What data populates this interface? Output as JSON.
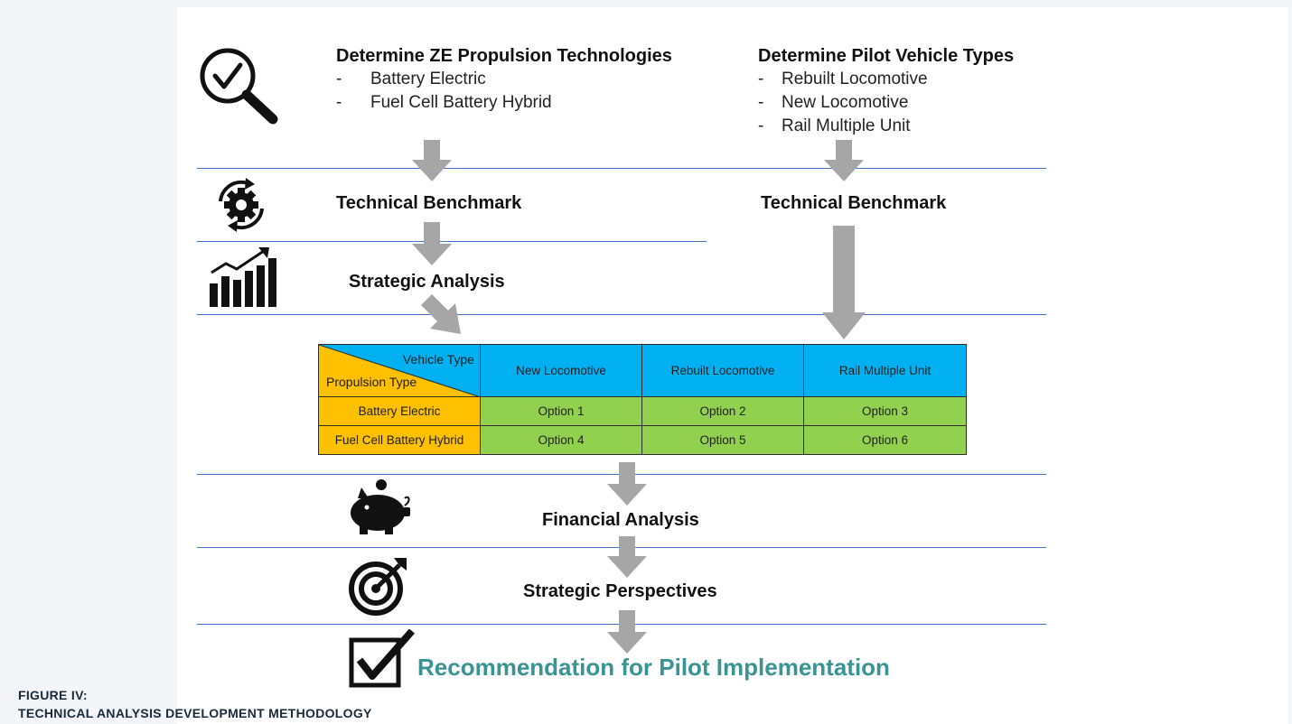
{
  "left_column": {
    "heading": "Determine ZE Propulsion Technologies",
    "items": [
      "Battery Electric",
      "Fuel Cell Battery Hybrid"
    ],
    "bullet": "-"
  },
  "right_column": {
    "heading": "Determine Pilot Vehicle Types",
    "items": [
      "Rebuilt Locomotive",
      "New Locomotive",
      "Rail Multiple Unit"
    ],
    "bullet": "-"
  },
  "steps": {
    "tech_benchmark_left": "Technical Benchmark",
    "tech_benchmark_right": "Technical Benchmark",
    "strategic_analysis": "Strategic Analysis",
    "financial_analysis": "Financial Analysis",
    "strategic_perspectives": "Strategic Perspectives",
    "recommendation": "Recommendation for Pilot Implementation"
  },
  "matrix": {
    "corner_top": "Vehicle Type",
    "corner_bottom": "Propulsion Type",
    "columns": [
      "New Locomotive",
      "Rebuilt Locomotive",
      "Rail Multiple Unit"
    ],
    "rows": [
      {
        "label": "Battery Electric",
        "cells": [
          "Option 1",
          "Option 2",
          "Option 3"
        ]
      },
      {
        "label": "Fuel Cell Battery Hybrid",
        "cells": [
          "Option 4",
          "Option 5",
          "Option 6"
        ]
      }
    ]
  },
  "caption": {
    "line1": "FIGURE IV:",
    "line2": "TECHNICAL ANALYSIS DEVELOPMENT METHODOLOGY"
  },
  "colors": {
    "header_cyan": "#00b0f0",
    "row_gold": "#ffc000",
    "cell_green": "#92d050",
    "divider_blue": "#4472c4",
    "arrow_gray": "#a6a6a6",
    "recommendation_teal": "#3a9494"
  },
  "icons": [
    "magnifier-check-icon",
    "gear-cycle-icon",
    "growth-chart-icon",
    "piggy-bank-icon",
    "target-icon",
    "checkbox-icon"
  ]
}
